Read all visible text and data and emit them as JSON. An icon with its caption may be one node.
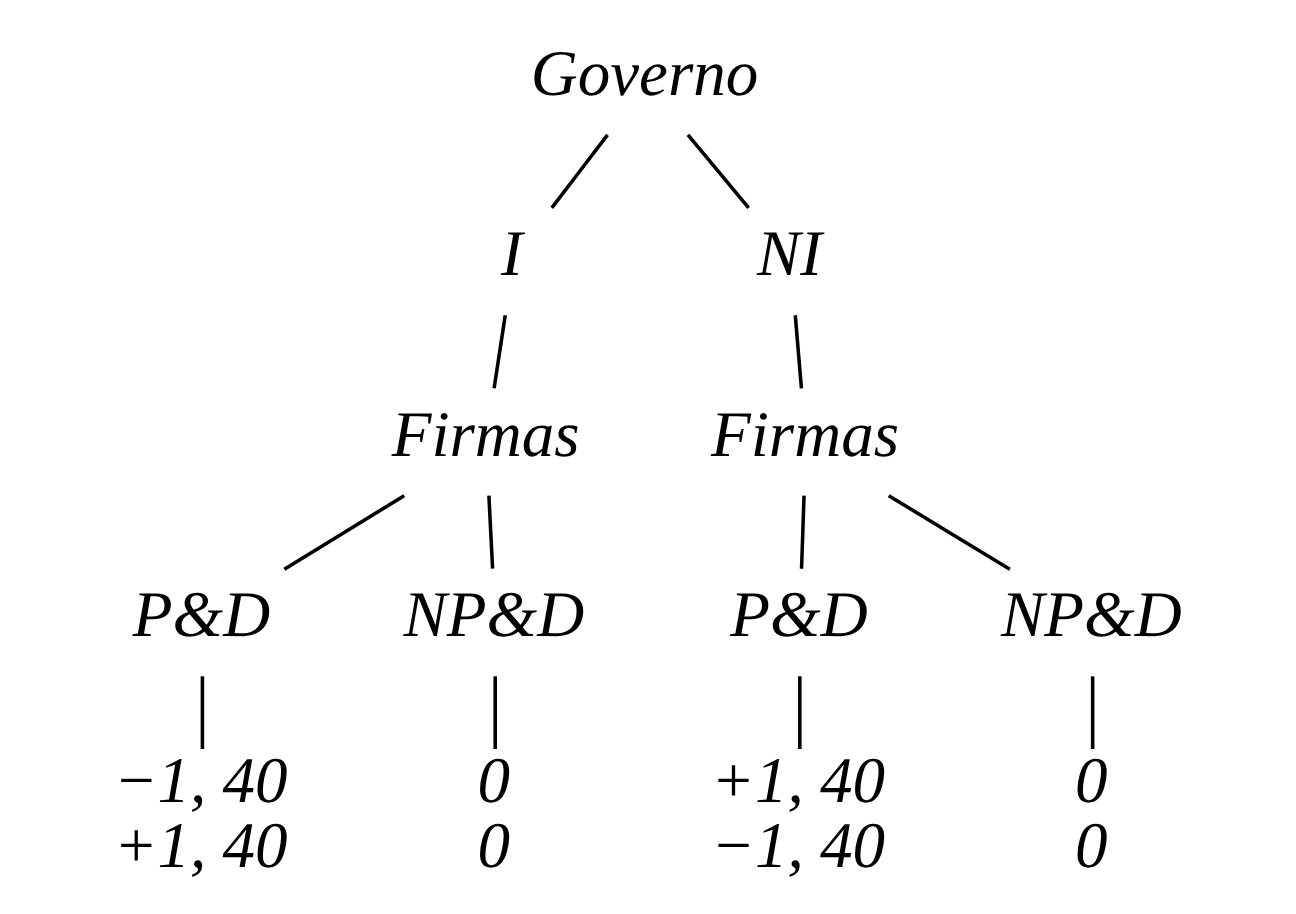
{
  "diagram": {
    "nodes": [
      {
        "text": [
          "Governo"
        ]
      },
      {
        "text": [
          "I"
        ]
      },
      {
        "text": [
          "NI"
        ]
      },
      {
        "text": [
          "Firmas"
        ]
      },
      {
        "text": [
          "Firmas"
        ]
      },
      {
        "text": [
          "P&D"
        ]
      },
      {
        "text": [
          "NP&D"
        ]
      },
      {
        "text": [
          "P&D"
        ]
      },
      {
        "text": [
          "NP&D"
        ]
      },
      {
        "text": [
          "−1, 40",
          "+1, 40"
        ]
      },
      {
        "text": [
          "0",
          "0"
        ]
      },
      {
        "text": [
          "+1, 40",
          "−1, 40"
        ]
      },
      {
        "text": [
          "0",
          "0"
        ]
      }
    ],
    "edges": [
      {
        "from": 0,
        "to": 1,
        "arrow": "none"
      },
      {
        "from": 0,
        "to": 2,
        "arrow": "none"
      },
      {
        "from": 1,
        "to": 3,
        "arrow": "none"
      },
      {
        "from": 2,
        "to": 4,
        "arrow": "none"
      },
      {
        "from": 3,
        "to": 5,
        "arrow": "none"
      },
      {
        "from": 3,
        "to": 6,
        "arrow": "none"
      },
      {
        "from": 4,
        "to": 7,
        "arrow": "none"
      },
      {
        "from": 4,
        "to": 8,
        "arrow": "none"
      },
      {
        "from": 5,
        "to": 9,
        "arrow": "none"
      },
      {
        "from": 6,
        "to": 10,
        "arrow": "none"
      },
      {
        "from": 7,
        "to": 11,
        "arrow": "none"
      },
      {
        "from": 8,
        "to": 12,
        "arrow": "none"
      }
    ]
  }
}
